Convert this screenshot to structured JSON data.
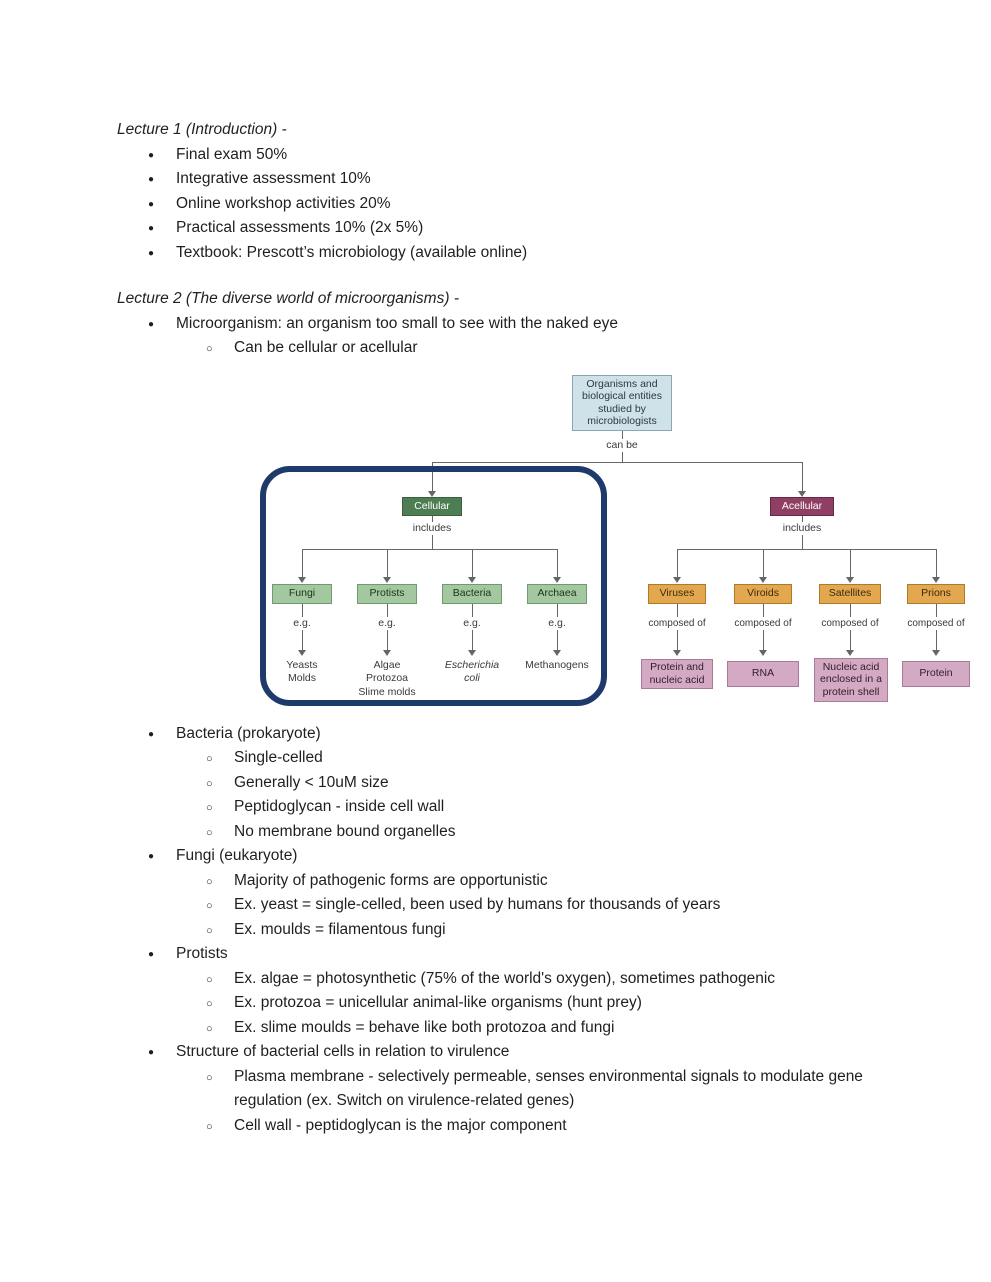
{
  "lecture1": {
    "title": "Lecture 1 (Introduction) -",
    "bullets": [
      "Final exam 50%",
      "Integrative assessment 10%",
      "Online workshop activities 20%",
      "Practical assessments 10% (2x 5%)",
      "Textbook: Prescott’s microbiology (available online)"
    ]
  },
  "lecture2": {
    "title": "Lecture 2 (The diverse world of microorganisms) -",
    "bullet1": "Microorganism: an organism too small to see with the naked eye",
    "bullet1_sub": "Can be cellular or acellular"
  },
  "diagram": {
    "root_label": "Organisms and\nbiological entities\nstudied by\nmicrobiologists",
    "edge_root": "can be",
    "cellular": {
      "label": "Cellular",
      "edge": "includes",
      "children": [
        {
          "label": "Fungi",
          "edge": "e.g.",
          "examples": "Yeasts\nMolds"
        },
        {
          "label": "Protists",
          "edge": "e.g.",
          "examples": "Algae\nProtozoa\nSlime molds"
        },
        {
          "label": "Bacteria",
          "edge": "e.g.",
          "examples": "Escherichia\ncoli"
        },
        {
          "label": "Archaea",
          "edge": "e.g.",
          "examples": "Methanogens"
        }
      ]
    },
    "acellular": {
      "label": "Acellular",
      "edge": "includes",
      "children": [
        {
          "label": "Viruses",
          "edge": "composed of",
          "composition": "Protein and\nnucleic acid"
        },
        {
          "label": "Viroids",
          "edge": "composed of",
          "composition": "RNA"
        },
        {
          "label": "Satellites",
          "edge": "composed of",
          "composition": "Nucleic acid\nenclosed in a\nprotein shell"
        },
        {
          "label": "Prions",
          "edge": "composed of",
          "composition": "Protein"
        }
      ]
    },
    "colors": {
      "root": "#cfe1e9",
      "cellular": "#4d7d52",
      "acellular": "#8e3f63",
      "cellular_child": "#a3c79f",
      "acellular_child": "#e3a84f",
      "composition": "#d4a9c3",
      "highlight_outline": "#1e3a6b"
    }
  },
  "notes": [
    {
      "title": "Bacteria (prokaryote)",
      "subs": [
        "Single-celled",
        "Generally < 10uM size",
        "Peptidoglycan - inside cell wall",
        "No membrane bound organelles"
      ]
    },
    {
      "title": "Fungi (eukaryote)",
      "subs": [
        "Majority of pathogenic forms are opportunistic",
        "Ex. yeast = single-celled, been used by humans for thousands of years",
        "Ex. moulds = filamentous fungi"
      ]
    },
    {
      "title": "Protists",
      "subs": [
        "Ex. algae = photosynthetic (75% of the world's oxygen), sometimes pathogenic",
        "Ex. protozoa = unicellular animal-like organisms (hunt prey)",
        "Ex. slime moulds = behave like both protozoa and fungi"
      ]
    },
    {
      "title": "Structure of bacterial cells in relation to virulence",
      "subs": [
        "Plasma membrane - selectively permeable, senses environmental signals to modulate gene regulation (ex. Switch on virulence-related genes)",
        "Cell wall - peptidoglycan is the major component"
      ]
    }
  ]
}
